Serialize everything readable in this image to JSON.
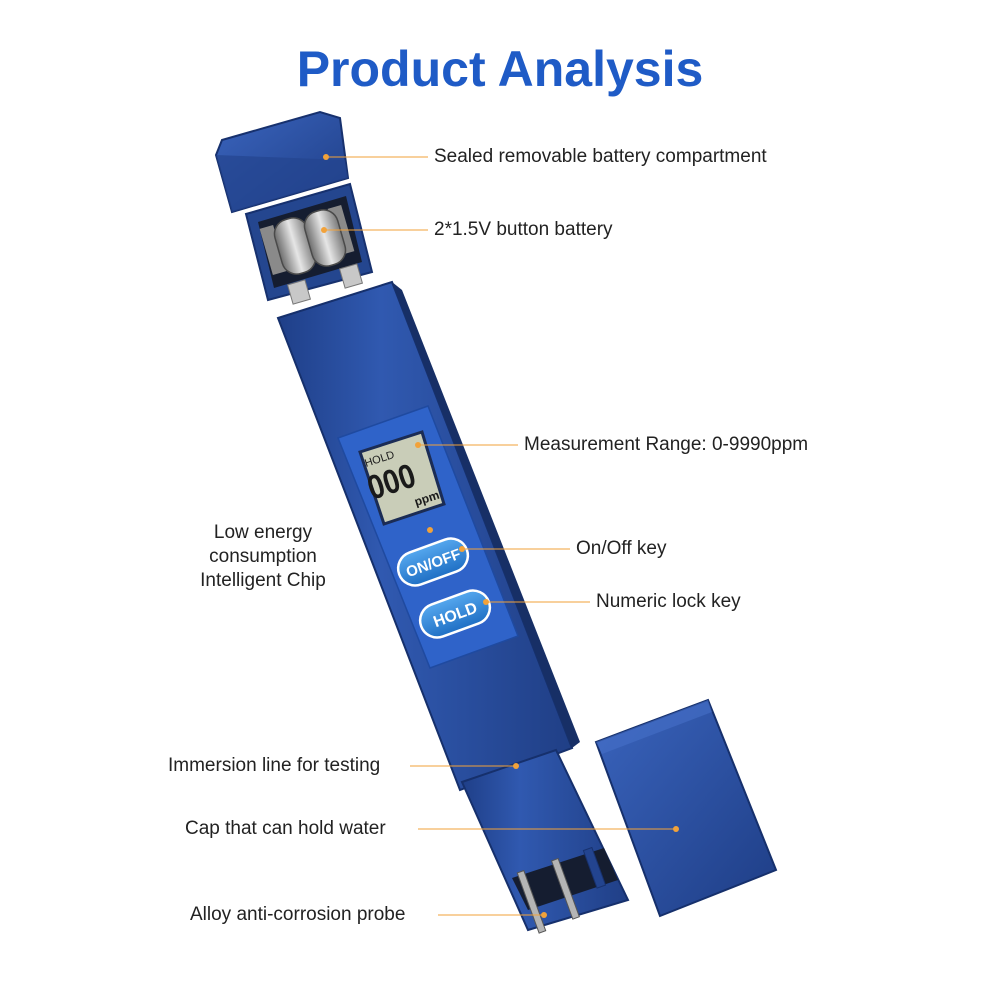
{
  "title": "Product Analysis",
  "colors": {
    "title": "#1f5bc6",
    "body": "#2b4e9c",
    "body_dark": "#1d3a7e",
    "panel": "#2f63c9",
    "lcd": "#c9cdb8",
    "button": "#2f86d8",
    "leader": "#f2a23a",
    "text": "#222222"
  },
  "display": {
    "hold_label": "HOLD",
    "reading": "000",
    "unit": "ppm"
  },
  "buttons": {
    "on_off": "ON/OFF",
    "hold": "HOLD"
  },
  "callouts": {
    "battery_compartment": "Sealed removable battery compartment",
    "battery": "2*1.5V button battery",
    "measurement_range": "Measurement Range: 0-9990ppm",
    "chip_line1": "Low energy",
    "chip_line2": "consumption",
    "chip_line3": "Intelligent Chip",
    "on_off_key": "On/Off key",
    "numeric_lock_key": "Numeric lock key",
    "immersion_line": "Immersion line for testing",
    "cap": "Cap that can hold water",
    "probe": "Alloy anti-corrosion probe"
  }
}
